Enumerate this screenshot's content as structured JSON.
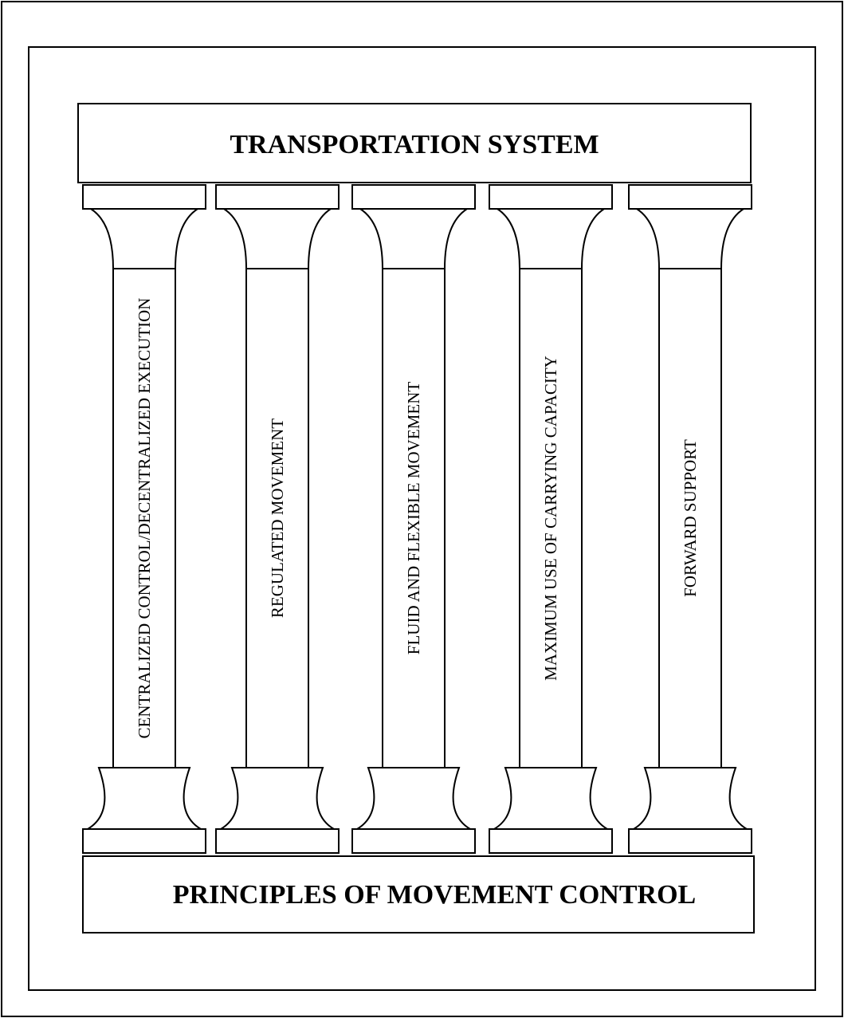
{
  "roof": {
    "label": "TRANSPORTATION SYSTEM"
  },
  "foundation": {
    "label": "PRINCIPLES OF MOVEMENT CONTROL"
  },
  "pillars": [
    {
      "label": "CENTRALIZED CONTROL/DECENTRALIZED EXECUTION"
    },
    {
      "label": "REGULATED MOVEMENT"
    },
    {
      "label": "FLUID AND FLEXIBLE MOVEMENT"
    },
    {
      "label": "MAXIMUM USE OF CARRYING CAPACITY"
    },
    {
      "label": "FORWARD SUPPORT"
    }
  ],
  "colors": {
    "line": "#000000",
    "background": "#ffffff"
  }
}
